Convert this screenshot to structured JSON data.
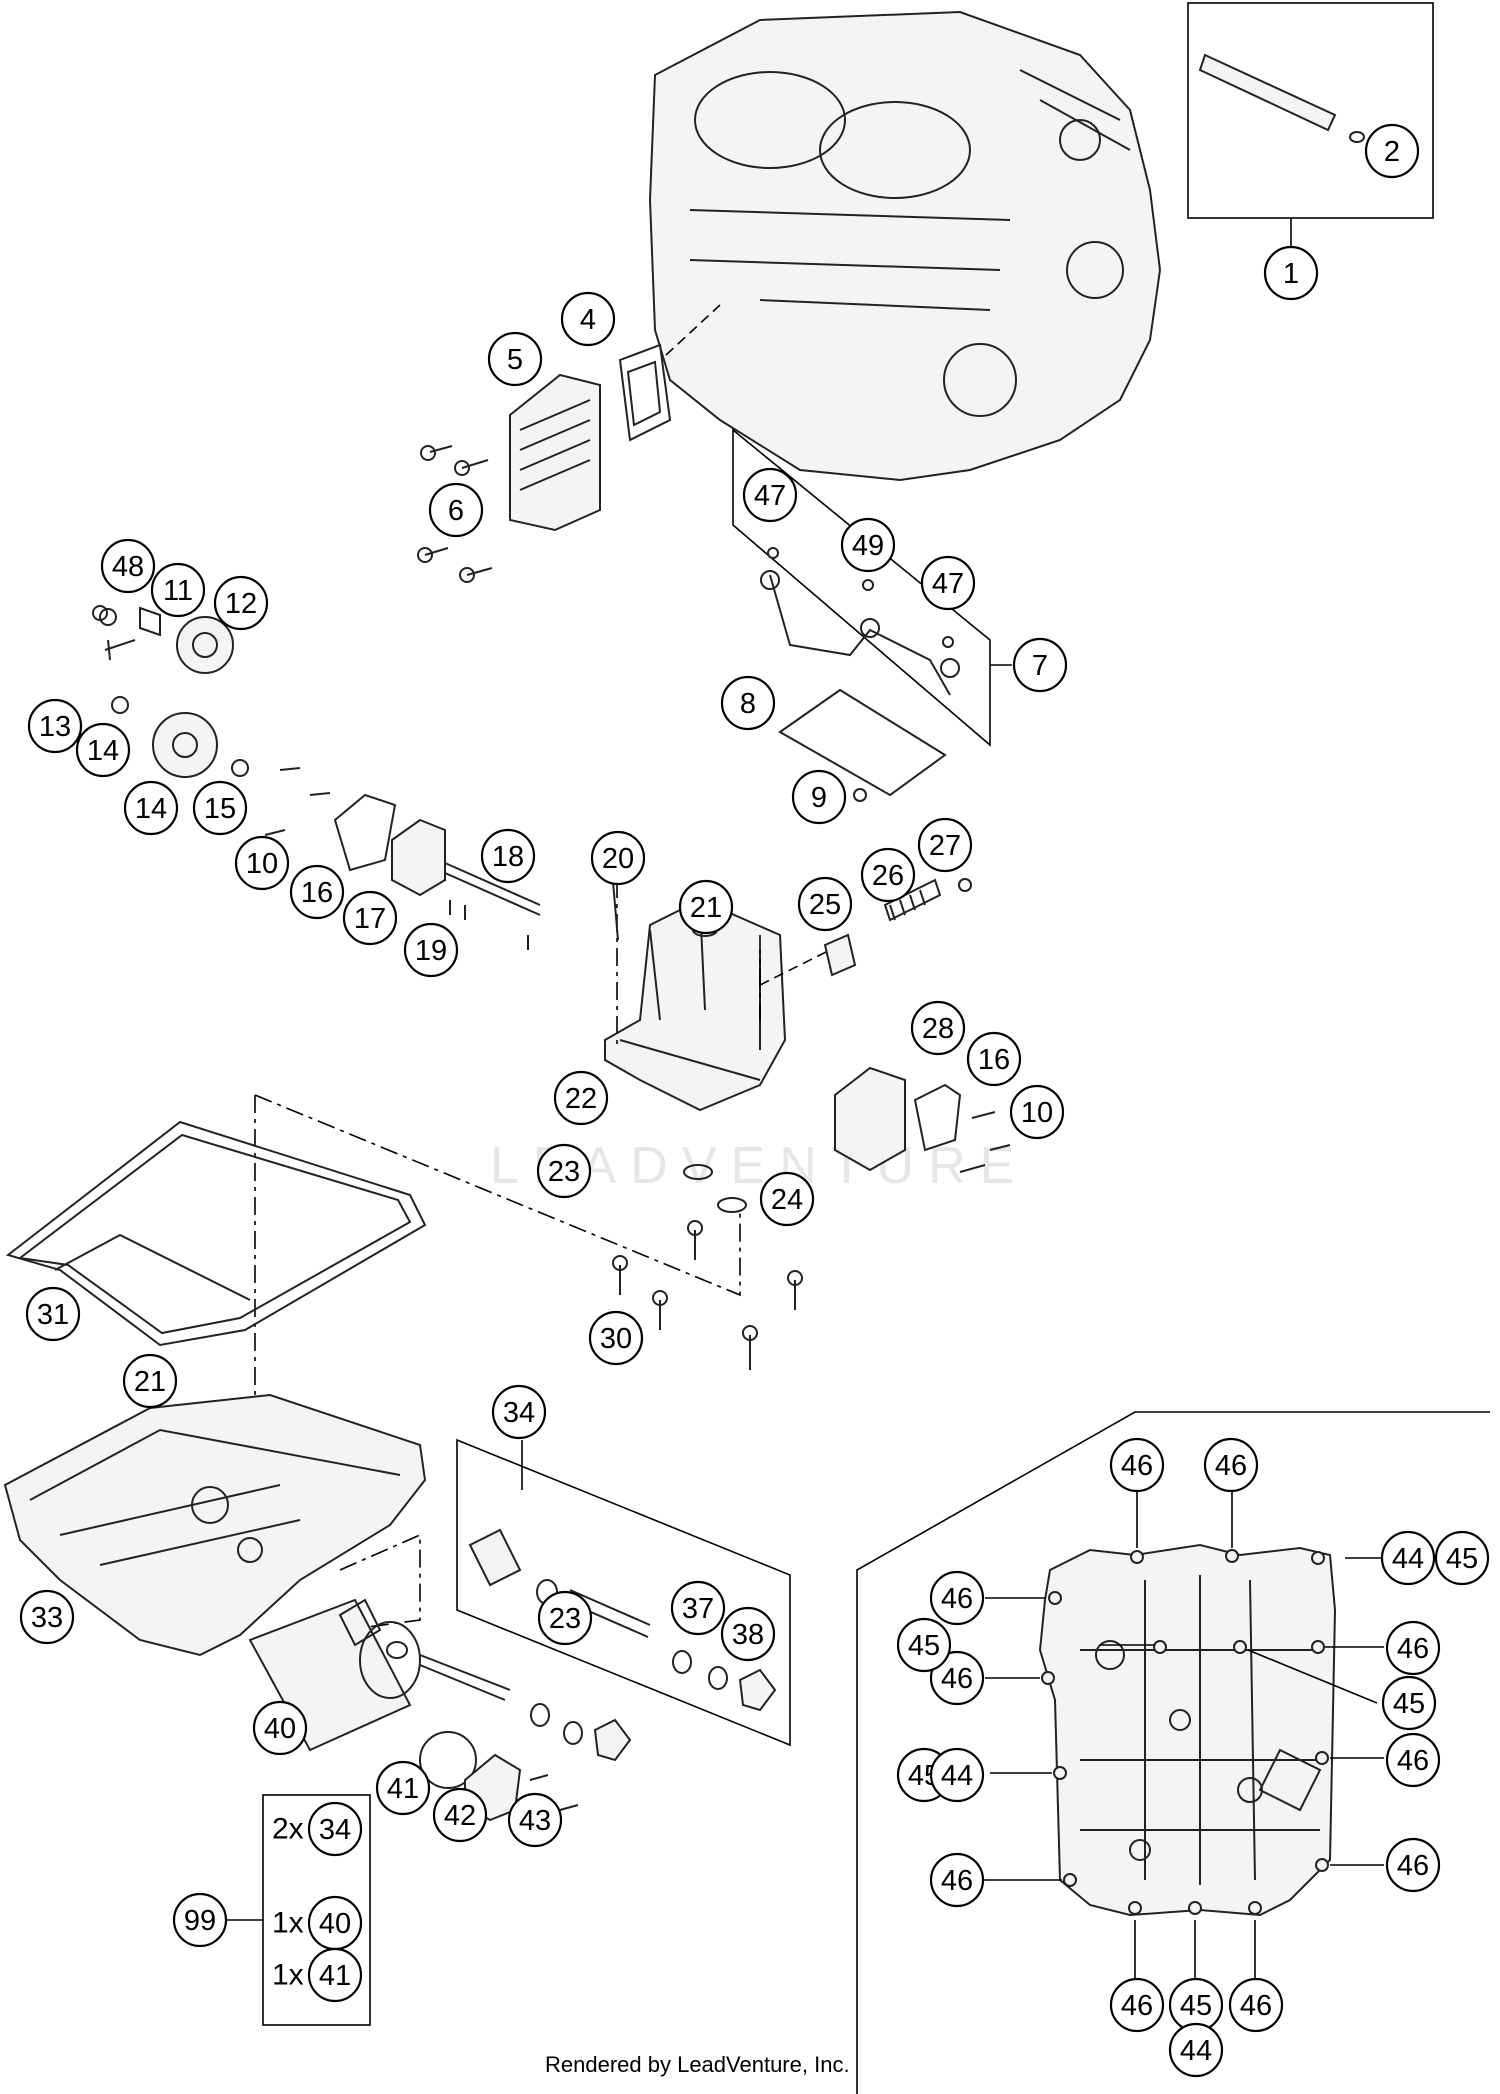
{
  "watermark": "LEADVENTURE",
  "footer": "Rendered by LeadVenture, Inc.",
  "kit": {
    "ref": "99",
    "rows": [
      {
        "qty": "2x",
        "part": "34"
      },
      {
        "qty": "1x",
        "part": "40"
      },
      {
        "qty": "1x",
        "part": "41"
      }
    ]
  },
  "callouts": [
    "1",
    "2",
    "4",
    "5",
    "6",
    "7",
    "8",
    "9",
    "10",
    "10",
    "11",
    "12",
    "13",
    "14",
    "14",
    "15",
    "16",
    "16",
    "17",
    "18",
    "19",
    "20",
    "21",
    "21",
    "22",
    "23",
    "23",
    "24",
    "25",
    "26",
    "27",
    "28",
    "30",
    "31",
    "33",
    "34",
    "37",
    "38",
    "40",
    "41",
    "42",
    "43",
    "47",
    "47",
    "48",
    "49",
    "46",
    "46",
    "46",
    "46",
    "46",
    "46",
    "46",
    "46",
    "46",
    "46",
    "44",
    "45",
    "45",
    "45",
    "45",
    "44",
    "45",
    "44",
    "45"
  ]
}
